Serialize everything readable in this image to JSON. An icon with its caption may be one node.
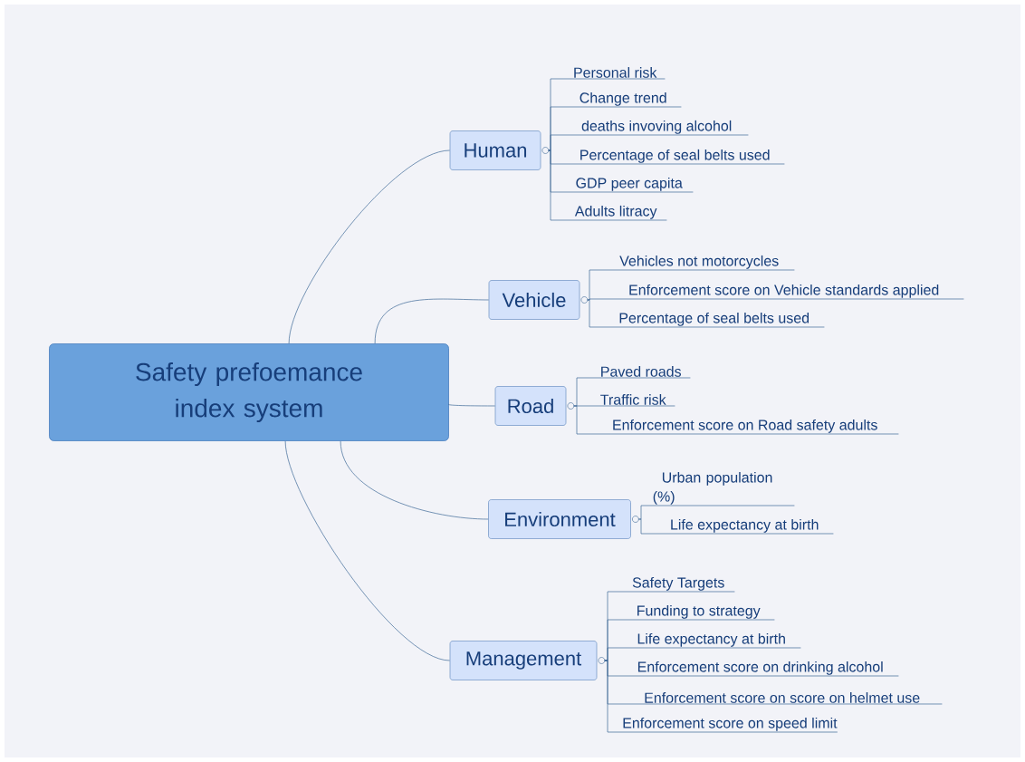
{
  "diagram": {
    "nodes": [
      {
        "text": [
          "Safety prefoemance index system"
        ]
      },
      {
        "text": [
          "Human"
        ]
      },
      {
        "text": [
          "Personal risk"
        ]
      },
      {
        "text": [
          "Change trend"
        ]
      },
      {
        "text": [
          "deaths invoving alcohol"
        ]
      },
      {
        "text": [
          "Percentage of seal belts used"
        ]
      },
      {
        "text": [
          "GDP peer capita"
        ]
      },
      {
        "text": [
          "Adults litracy"
        ]
      },
      {
        "text": [
          "Vehicle"
        ]
      },
      {
        "text": [
          "Vehicles not motorcycles"
        ]
      },
      {
        "text": [
          "Enforcement score on Vehicle standards applied"
        ]
      },
      {
        "text": [
          "Percentage of seal belts used"
        ]
      },
      {
        "text": [
          "Road"
        ]
      },
      {
        "text": [
          "Paved roads"
        ]
      },
      {
        "text": [
          "Traffic risk"
        ]
      },
      {
        "text": [
          "Enforcement score on Road safety adults"
        ]
      },
      {
        "text": [
          "Environment"
        ]
      },
      {
        "text": [
          "Urban population (%)"
        ]
      },
      {
        "text": [
          "Life expectancy at birth"
        ]
      },
      {
        "text": [
          "Management"
        ]
      },
      {
        "text": [
          "Safety Targets"
        ]
      },
      {
        "text": [
          "Funding to strategy"
        ]
      },
      {
        "text": [
          "Life expectancy at birth"
        ]
      },
      {
        "text": [
          "Enforcement score on drinking alcohol"
        ]
      },
      {
        "text": [
          "Enforcement score on score on helmet use"
        ]
      },
      {
        "text": [
          "Enforcement score on speed limit"
        ]
      }
    ],
    "edges": [
      {
        "from": 0,
        "to": 1,
        "arrow": "none"
      },
      {
        "from": 1,
        "to": 2,
        "arrow": "none"
      },
      {
        "from": 1,
        "to": 3,
        "arrow": "none"
      },
      {
        "from": 1,
        "to": 4,
        "arrow": "none"
      },
      {
        "from": 1,
        "to": 5,
        "arrow": "none"
      },
      {
        "from": 1,
        "to": 6,
        "arrow": "none"
      },
      {
        "from": 1,
        "to": 7,
        "arrow": "none"
      },
      {
        "from": 0,
        "to": 8,
        "arrow": "none"
      },
      {
        "from": 8,
        "to": 9,
        "arrow": "none"
      },
      {
        "from": 8,
        "to": 10,
        "arrow": "none"
      },
      {
        "from": 8,
        "to": 11,
        "arrow": "none"
      },
      {
        "from": 0,
        "to": 12,
        "arrow": "none"
      },
      {
        "from": 12,
        "to": 13,
        "arrow": "none"
      },
      {
        "from": 12,
        "to": 14,
        "arrow": "none"
      },
      {
        "from": 12,
        "to": 15,
        "arrow": "none"
      },
      {
        "from": 0,
        "to": 16,
        "arrow": "none"
      },
      {
        "from": 16,
        "to": 17,
        "arrow": "none"
      },
      {
        "from": 16,
        "to": 18,
        "arrow": "none"
      },
      {
        "from": 0,
        "to": 19,
        "arrow": "none"
      },
      {
        "from": 19,
        "to": 20,
        "arrow": "none"
      },
      {
        "from": 19,
        "to": 21,
        "arrow": "none"
      },
      {
        "from": 19,
        "to": 22,
        "arrow": "none"
      },
      {
        "from": 19,
        "to": 23,
        "arrow": "none"
      },
      {
        "from": 19,
        "to": 24,
        "arrow": "none"
      },
      {
        "from": 19,
        "to": 25,
        "arrow": "none"
      }
    ]
  }
}
